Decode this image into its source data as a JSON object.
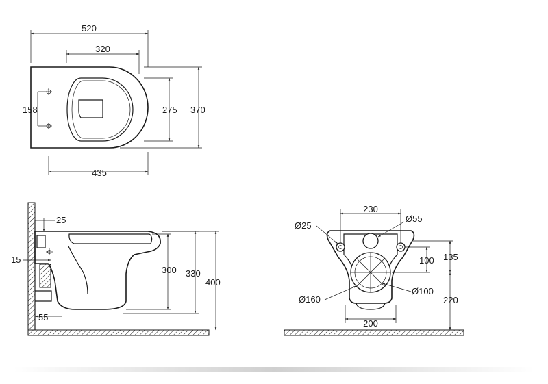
{
  "top_view": {
    "dims": {
      "total_length": "520",
      "inner_length": "320",
      "fixing_spacing": "158",
      "bowl_width": "275",
      "total_width": "370",
      "base_length": "435"
    }
  },
  "side_view": {
    "dims": {
      "wall_offset": "25",
      "outlet_height": "15",
      "outlet_offset": "55",
      "rim_height_inner": "300",
      "rim_height": "330",
      "total_height": "400"
    }
  },
  "rear_view": {
    "dims": {
      "fixing_spacing": "230",
      "inlet_diameter": "Ø55",
      "fixing_hole_diameter": "Ø25",
      "inlet_offset": "100",
      "fixing_height_offset": "135",
      "outlet_diameter_inner": "Ø100",
      "outlet_diameter_outer": "Ø160",
      "outlet_height": "220",
      "base_width": "200"
    }
  }
}
